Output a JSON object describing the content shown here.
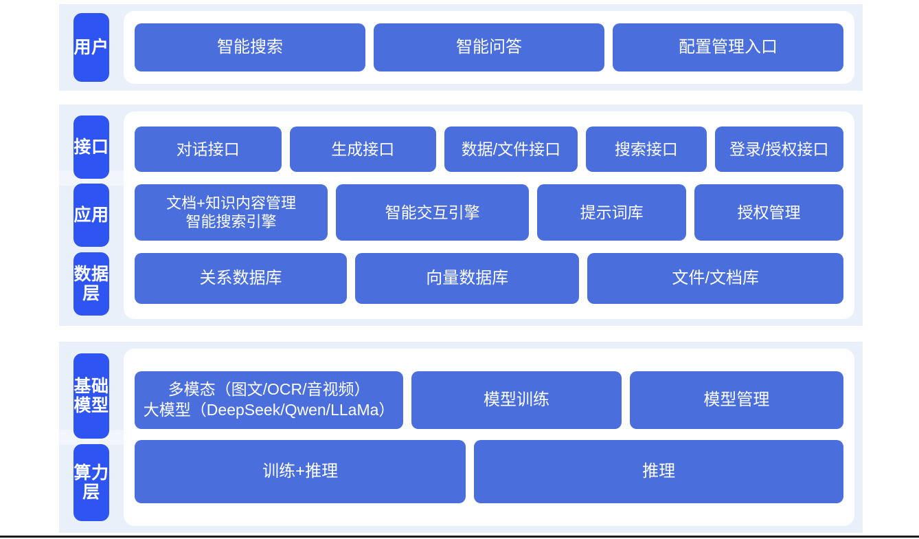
{
  "sections": [
    {
      "id": "user",
      "labels": [
        "用户"
      ],
      "rows": [
        {
          "id": "user-row",
          "boxes": [
            "智能搜索",
            "智能问答",
            "配置管理入口"
          ]
        }
      ]
    },
    {
      "id": "application",
      "labels": [
        "接口",
        "应用",
        "数据层"
      ],
      "rows": [
        {
          "id": "interface-row",
          "boxes": [
            "对话接口",
            "生成接口",
            "数据/文件接口",
            "搜索接口",
            "登录/授权接口"
          ]
        },
        {
          "id": "application-row",
          "boxes": [
            "文档+知识内容管理\n智能搜索引擎",
            "智能交互引擎",
            "提示词库",
            "授权管理"
          ]
        },
        {
          "id": "data-row",
          "boxes": [
            "关系数据库",
            "向量数据库",
            "文件/文档库"
          ]
        }
      ]
    },
    {
      "id": "foundation",
      "labels": [
        "基础模型",
        "算力层"
      ],
      "rows": [
        {
          "id": "model-row",
          "boxes": [
            "多模态（图文/OCR/音视频）\n大模型（DeepSeek/Qwen/LLaMa）",
            "模型训练",
            "模型管理"
          ]
        },
        {
          "id": "compute-row",
          "boxes": [
            "训练+推理",
            "推理"
          ]
        }
      ]
    }
  ],
  "colors": {
    "band_background": "#eaf0f9",
    "panel_background": "#ffffff",
    "label_chip": "#2e55f2",
    "content_box": "#4a6fdd",
    "box_text": "#ffffff",
    "bottom_rule": "#1a1a1a"
  }
}
